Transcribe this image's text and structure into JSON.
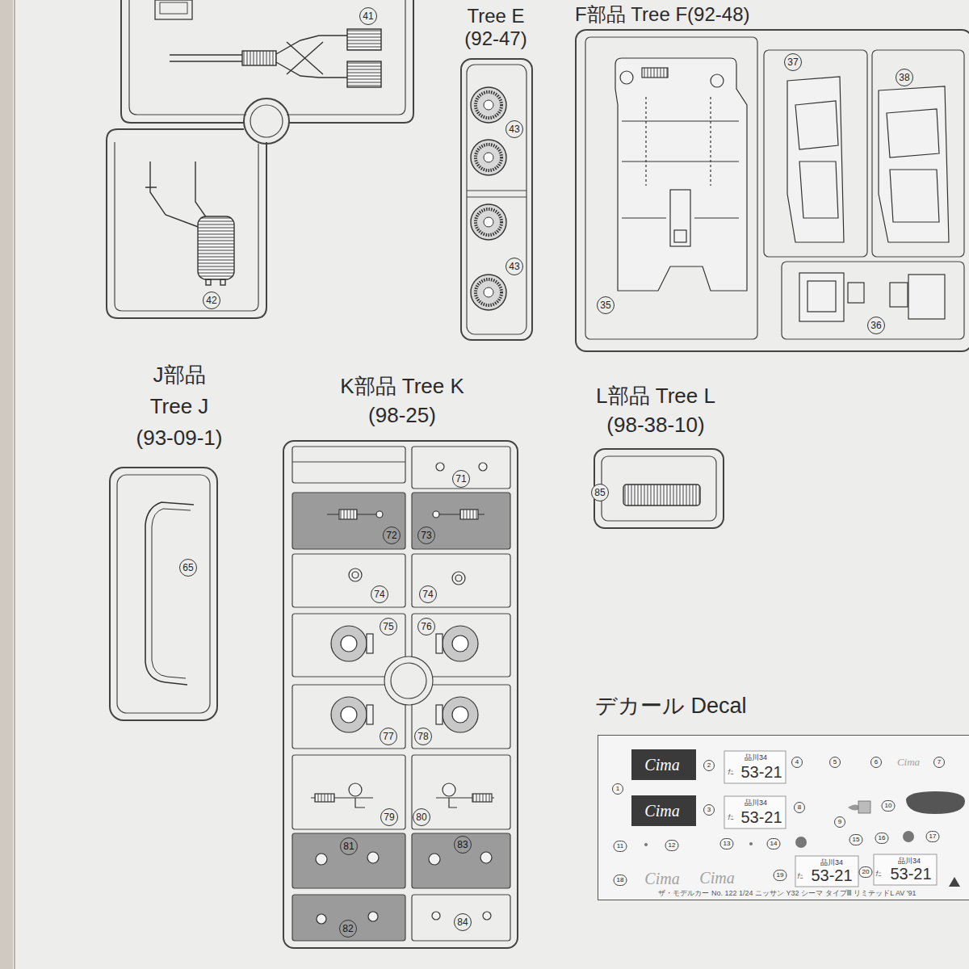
{
  "diagram": {
    "nodes": [
      {
        "text": [
          "Tree E",
          "(92-47)"
        ]
      },
      {
        "text": [
          "F部品 Tree F(92-48)"
        ]
      },
      {
        "text": [
          "J部品",
          "Tree J",
          "(93-09-1)"
        ]
      },
      {
        "text": [
          "K部品 Tree K",
          "(98-25)"
        ]
      },
      {
        "text": [
          "L部品 Tree L",
          "(98-38-10)"
        ]
      },
      {
        "text": [
          "デカール Decal"
        ]
      }
    ],
    "labels": [
      "41",
      "42",
      "43",
      "43",
      "37",
      "38",
      "35",
      "36",
      "65",
      "71",
      "72",
      "73",
      "74",
      "74",
      "75",
      "76",
      "77",
      "78",
      "79",
      "80",
      "81",
      "83",
      "82",
      "84",
      "85",
      "1",
      "Cima",
      "2",
      "品川34",
      "た",
      "53-21",
      "4",
      "5",
      "6",
      "Cima",
      "7",
      "Cima",
      "3",
      "品川34",
      "た",
      "53-21",
      "8",
      "9",
      "10",
      "11",
      "12",
      "13",
      "14",
      "15",
      "16",
      "17",
      "18",
      "Cima",
      "Cima",
      "19",
      "品川34",
      "た",
      "53-21",
      "20",
      "品川34",
      "た",
      "53-21",
      "ザ・モデルカー No. 122 1/24 ニッサン Y32 シーマ タイプⅢ リミテッドL AV '91"
    ]
  }
}
